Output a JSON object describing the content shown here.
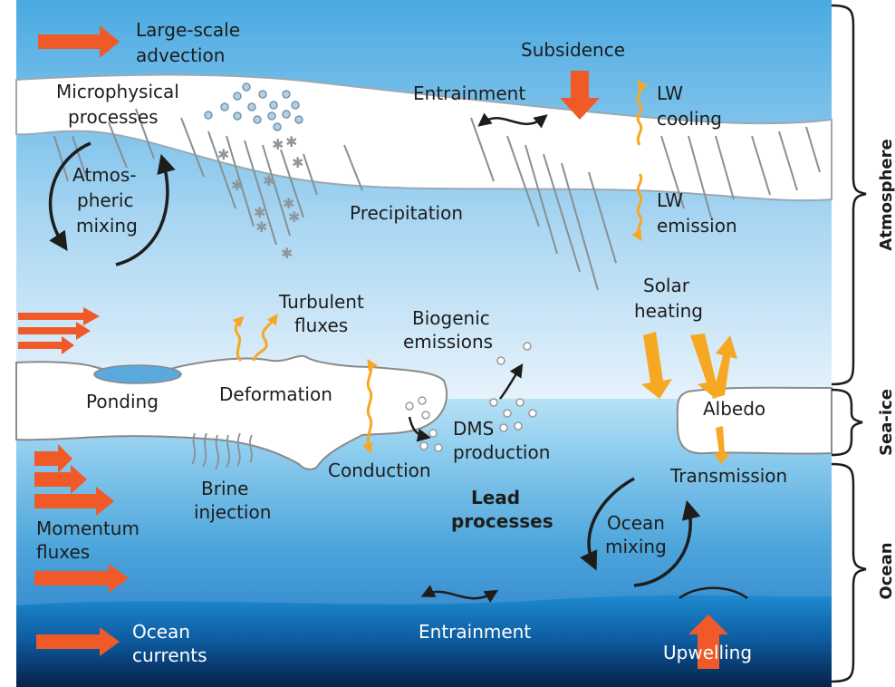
{
  "colors": {
    "sky_top": "#4aaae2",
    "sky_bottom": "#e6f2fa",
    "ocean_top": "#8ed0f0",
    "ocean_deep": "#0a2a55",
    "arrow_red": "#f05a28",
    "arrow_orange": "#f7a823",
    "cloud": "#ffffff",
    "ice": "#ffffff",
    "outline": "#8a8a8a",
    "droplet": "#9fbfd6",
    "text": "#1d1d1b"
  },
  "labels": {
    "large_scale_line1": "Large-scale",
    "large_scale_line2": "advection",
    "subsidence": "Subsidence",
    "entrainment_top": "Entrainment",
    "lw_cooling_line1": "LW",
    "lw_cooling_line2": "cooling",
    "microphysical_line1": "Microphysical",
    "microphysical_line2": "processes",
    "atmos_mixing_line1": "Atmos-",
    "atmos_mixing_line2": "pheric",
    "atmos_mixing_line3": "mixing",
    "precipitation": "Precipitation",
    "lw_emission_line1": "LW",
    "lw_emission_line2": "emission",
    "turbulent_line1": "Turbulent",
    "turbulent_line2": "fluxes",
    "solar_line1": "Solar",
    "solar_line2": "heating",
    "biogenic_line1": "Biogenic",
    "biogenic_line2": "emissions",
    "ponding": "Ponding",
    "deformation": "Deformation",
    "albedo": "Albedo",
    "dms_line1": "DMS",
    "dms_line2": "production",
    "conduction": "Conduction",
    "transmission": "Transmission",
    "brine_line1": "Brine",
    "brine_line2": "injection",
    "lead_line1": "Lead",
    "lead_line2": "processes",
    "ocean_mixing_line1": "Ocean",
    "ocean_mixing_line2": "mixing",
    "momentum_line1": "Momentum",
    "momentum_line2": "fluxes",
    "ocean_currents_line1": "Ocean",
    "ocean_currents_line2": "currents",
    "entrainment_bottom": "Entrainment",
    "upwelling": "Upwelling"
  },
  "sections": {
    "atmosphere": "Atmosphere",
    "sea_ice": "Sea-ice",
    "ocean": "Ocean"
  }
}
